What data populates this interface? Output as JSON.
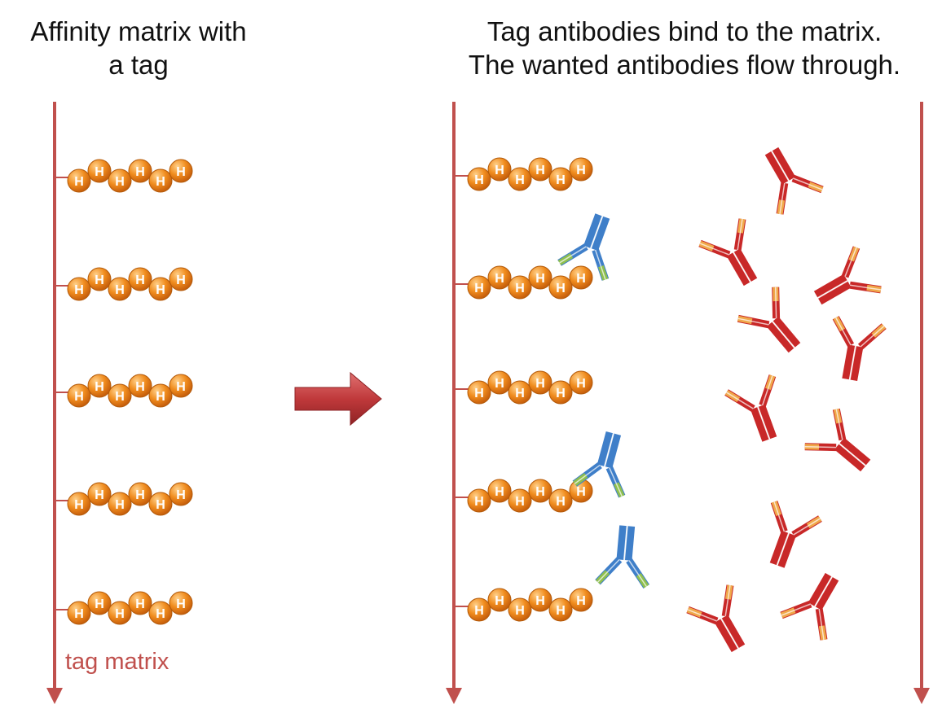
{
  "left_title": {
    "line1": "Affinity matrix with",
    "line2": "a tag"
  },
  "right_title": {
    "line1": "Tag antibodies bind to the matrix.",
    "line2": "The wanted antibodies flow through."
  },
  "matrix_label": "tag matrix",
  "bead_letter": "H",
  "colors": {
    "matrix_line": "#c0504d",
    "bead": "#f08c1e",
    "bead_highlight": "#ffd08a",
    "tag_antibody": "#3f7fc9",
    "tag_antibody_tip": "#8fbf4e",
    "free_antibody": "#c82828",
    "free_antibody_tip": "#f0a84a",
    "arrow": "#c0393b"
  }
}
